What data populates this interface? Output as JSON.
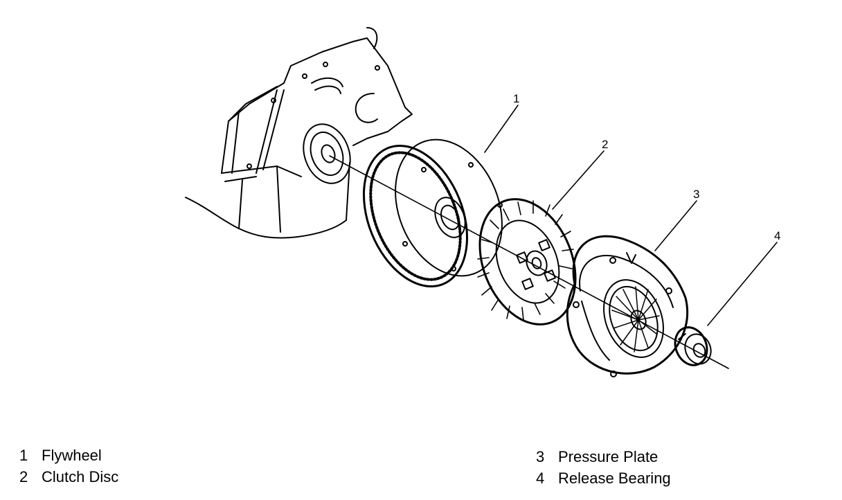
{
  "callouts": [
    {
      "number": "1",
      "name": "Flywheel"
    },
    {
      "number": "2",
      "name": "Clutch Disc"
    },
    {
      "number": "3",
      "name": "Pressure Plate"
    },
    {
      "number": "4",
      "name": "Release Bearing"
    }
  ]
}
